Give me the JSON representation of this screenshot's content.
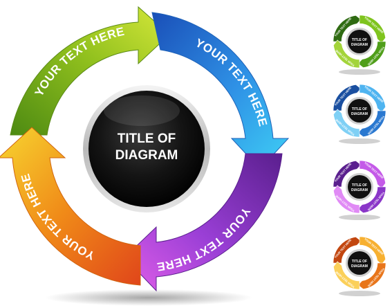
{
  "main": {
    "title_line1": "TITLE OF",
    "title_line2": "DIAGRAM",
    "segments": [
      {
        "label": "YOUR TEXT HERE",
        "color": "#7fae1f"
      },
      {
        "label": "YOUR TEXT HERE",
        "color": "#2f8fe0"
      },
      {
        "label": "YOUR TEXT HERE",
        "color": "#9a3fd6"
      },
      {
        "label": "YOUR TEXT HERE",
        "color": "#f08a18"
      }
    ]
  },
  "variants": [
    {
      "name": "green",
      "colors": [
        "#2f6b12",
        "#7fc41e",
        "#4f9e1a",
        "#a3d43a"
      ],
      "title_line1": "TITLE OF",
      "title_line2": "DIAGRAM",
      "label": "YOUR TEXT HERE"
    },
    {
      "name": "blue",
      "colors": [
        "#1a4fa0",
        "#4fb4f0",
        "#2a78d0",
        "#7fd0f5"
      ],
      "title_line1": "TITLE OF",
      "title_line2": "DIAGRAM",
      "label": "YOUR TEXT HERE"
    },
    {
      "name": "purple",
      "colors": [
        "#5a1f8e",
        "#c45ae8",
        "#8a36c8",
        "#e08af5"
      ],
      "title_line1": "TITLE OF",
      "title_line2": "DIAGRAM",
      "label": "YOUR TEXT HERE"
    },
    {
      "name": "orange",
      "colors": [
        "#c2460f",
        "#f7b030",
        "#e8751a",
        "#fbd05a"
      ],
      "title_line1": "TITLE OF",
      "title_line2": "DIAGRAM",
      "label": "YOUR TEXT HERE"
    }
  ]
}
